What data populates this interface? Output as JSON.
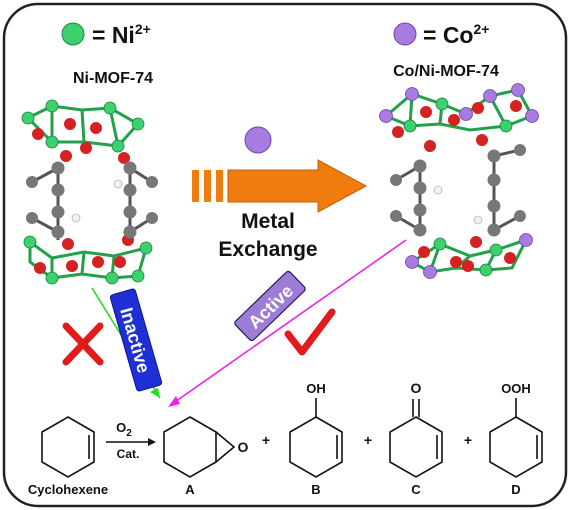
{
  "legend": {
    "ni_label": "= Ni",
    "ni_charge": "2+",
    "co_label": "= Co",
    "co_charge": "2+",
    "ni_color": "#3cd06e",
    "co_color": "#a77be0"
  },
  "materials": {
    "left": "Ni-MOF-74",
    "right": "Co/Ni-MOF-74"
  },
  "process": {
    "line1": "Metal",
    "line2": "Exchange",
    "arrow_color": "#f07c10"
  },
  "tags": {
    "inactive": "Inactive",
    "active": "Active",
    "inactive_color": "#1f2fd6",
    "active_color": "#9d7cd8"
  },
  "reaction": {
    "o2": "O",
    "o2_sub": "2",
    "cat": "Cat.",
    "reactant": "Cyclohexene",
    "epoxide_o": "O",
    "plus": "+",
    "labels": [
      "A",
      "B",
      "C",
      "D"
    ],
    "oh": "OH",
    "carbonyl_o": "O",
    "ooh": "OOH"
  }
}
